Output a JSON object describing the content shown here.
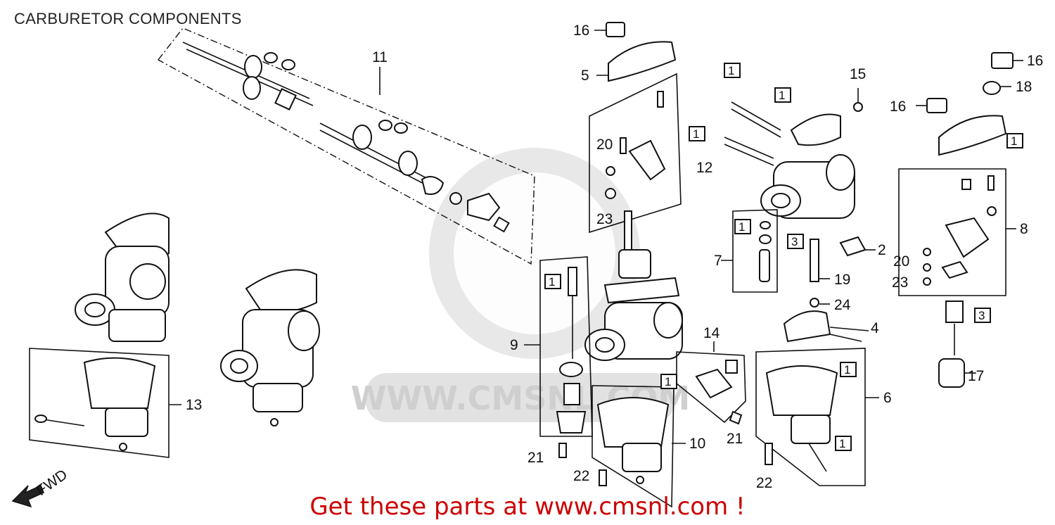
{
  "title": "CARBURETOR COMPONENTS",
  "watermark": "WWW.CMSNL.COM",
  "footer": "Get these parts at www.cmsnl.com !",
  "fwd_label": "FWD",
  "callouts": {
    "p1": "1",
    "p2": "2",
    "p3": "3",
    "p4": "4",
    "p5": "5",
    "p6": "6",
    "p7": "7",
    "p8": "8",
    "p9": "9",
    "p10": "10",
    "p11": "11",
    "p12": "12",
    "p13": "13",
    "p14": "14",
    "p15": "15",
    "p16": "16",
    "p17": "17",
    "p18": "18",
    "p19": "19",
    "p20": "20",
    "p21": "21",
    "p22": "22",
    "p23": "23",
    "p24": "24"
  }
}
